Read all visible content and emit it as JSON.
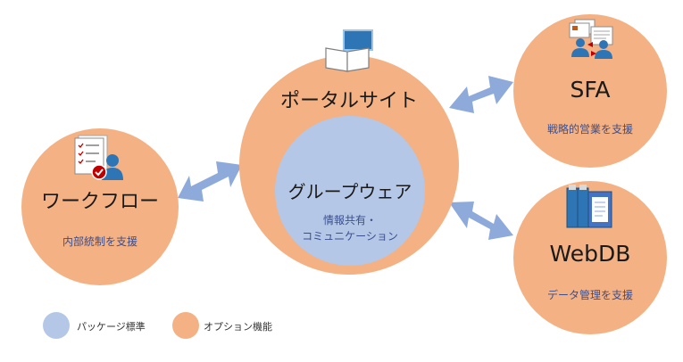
{
  "center": {
    "outer_label": "ポータルサイト",
    "inner_label": "グループウェア",
    "inner_sub_line1": "情報共有・",
    "inner_sub_line2": "コミュニケーション"
  },
  "workflow": {
    "label": "ワークフロー",
    "sub": "内部統制を支援"
  },
  "sfa": {
    "label": "SFA",
    "sub": "戦略的営業を支援"
  },
  "webdb": {
    "label": "WebDB",
    "sub": "データ管理を支援"
  },
  "legend": {
    "standard": "パッケージ標準",
    "option": "オプション機能",
    "standard_color": "#b4c7e7",
    "option_color": "#f4b183"
  },
  "colors": {
    "arrow": "#8eaadb",
    "orange": "#f4b183",
    "blue": "#b4c7e7"
  },
  "icons": [
    "monitor-book-icon",
    "checklist-user-icon",
    "exchange-users-icon",
    "binder-icon"
  ]
}
